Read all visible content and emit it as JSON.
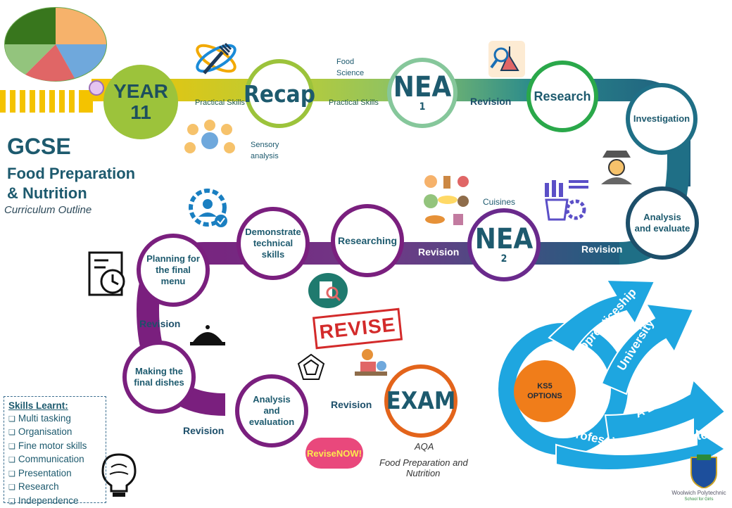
{
  "title": {
    "line1": "GCSE",
    "line2": "Food Preparation",
    "line3": "& Nutrition",
    "subtitle": "Curriculum Outline"
  },
  "nodes": {
    "year": {
      "line1": "YEAR",
      "line2": "11"
    },
    "recap": "Recap",
    "nea1": {
      "main": "NEA",
      "num": "1"
    },
    "research": "Research",
    "investigation": "Investigation",
    "analysis_evaluate": "Analysis and evaluate",
    "nea2": {
      "main": "NEA",
      "num": "2"
    },
    "researching": "Researching",
    "demonstrate": "Demonstrate technical skills",
    "planning": "Planning for the final menu",
    "making": "Making the final dishes",
    "analysis_evaluation": "Analysis and evaluation",
    "exam": "EXAM",
    "ks5": "KS5 OPTIONS"
  },
  "road_labels": {
    "practical1": "Practical Skills",
    "practical2": "Practical Skills",
    "food_science": "Food Science",
    "sensory": "Sensory analysis",
    "revision1": "Revision",
    "revision2": "Revision",
    "revision3": "Revision",
    "revision4": "Revision",
    "revision5": "Revision",
    "revision6": "Revision",
    "cuisines": "Cuisines"
  },
  "exam_info": {
    "board": "AQA",
    "line1": "Food Preparation and",
    "line2": "Nutrition"
  },
  "options": [
    "Apprenticeship",
    "University",
    "A Levels",
    "Professional",
    "H & C Routes"
  ],
  "stamps": {
    "revise": "REVISE",
    "revise_now": "ReviseNOW!"
  },
  "skills": {
    "heading": "Skills Learnt:",
    "items": [
      "Multi tasking",
      "Organisation",
      "Fine motor skills",
      "Communication",
      "Presentation",
      "Research",
      "Independence"
    ]
  },
  "school": {
    "name": "Woolwich Polytechnic",
    "sub": "School for Girls"
  },
  "colors": {
    "yellow": "#f5c400",
    "green": "#9cc33b",
    "teal": "#1f6f86",
    "purple": "#7a1f7e",
    "orange": "#e3641b",
    "blue": "#1ea6e0"
  }
}
